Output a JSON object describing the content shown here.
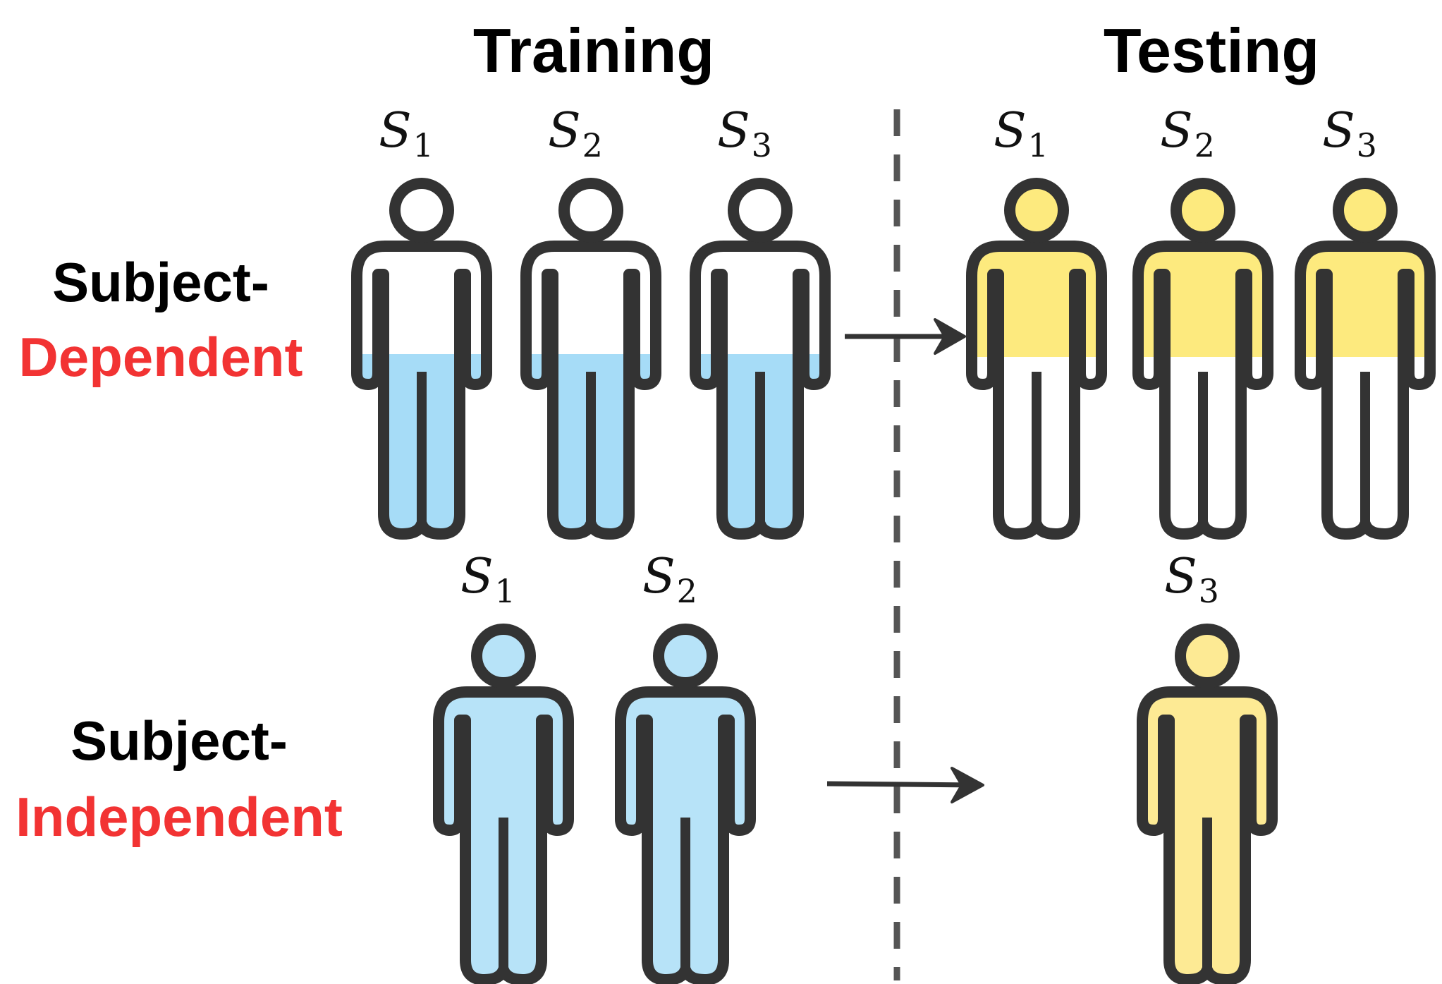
{
  "headings": {
    "training": "Training",
    "testing": "Testing"
  },
  "rows": {
    "dependent": {
      "label_line1": "Subject-",
      "label_line2": "Dependent"
    },
    "independent": {
      "label_line1": "Subject-",
      "label_line2": "Independent"
    }
  },
  "subject_letter": "S",
  "figures": {
    "dependent_training": [
      {
        "sub": "1",
        "fill": "partial-bottom",
        "color": "#a6dcf7"
      },
      {
        "sub": "2",
        "fill": "partial-bottom",
        "color": "#a6dcf7"
      },
      {
        "sub": "3",
        "fill": "partial-bottom",
        "color": "#a6dcf7"
      }
    ],
    "dependent_testing": [
      {
        "sub": "1",
        "fill": "partial-top",
        "color": "#fdea7e"
      },
      {
        "sub": "2",
        "fill": "partial-top",
        "color": "#fdea7e"
      },
      {
        "sub": "3",
        "fill": "partial-top",
        "color": "#fdea7e"
      }
    ],
    "independent_training": [
      {
        "sub": "1",
        "fill": "full",
        "color": "#b7e3f8"
      },
      {
        "sub": "2",
        "fill": "full",
        "color": "#b7e3f8"
      }
    ],
    "independent_testing": [
      {
        "sub": "3",
        "fill": "full",
        "color": "#fdea94"
      }
    ]
  },
  "colors": {
    "label_accent": "#f23333",
    "label_main": "#000000",
    "outline": "#333333",
    "arrow": "#333333",
    "divider": "#555555"
  }
}
